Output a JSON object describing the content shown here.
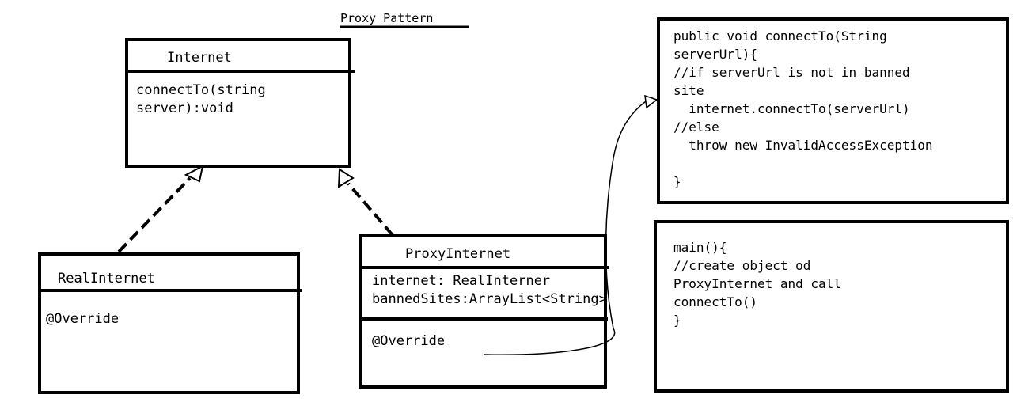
{
  "diagram": {
    "title": "Proxy Pattern",
    "classes": {
      "internet": {
        "name": "Internet",
        "operations": "connectTo(string\nserver):void"
      },
      "real_internet": {
        "name": "RealInternet",
        "operations": "@Override"
      },
      "proxy_internet": {
        "name": "ProxyInternet",
        "attributes": "internet: RealInterner\nbannedSites:ArrayList<String>",
        "operations": "@Override"
      }
    },
    "notes": {
      "connect_to": "public void connectTo(String\nserverUrl){\n//if serverUrl is not in banned\nsite\n  internet.connectTo(serverUrl)\n//else\n  throw new InvalidAccessException\n\n}",
      "main": "main(){\n//create object od\nProxyInternet and call\nconnectTo()\n}"
    }
  }
}
